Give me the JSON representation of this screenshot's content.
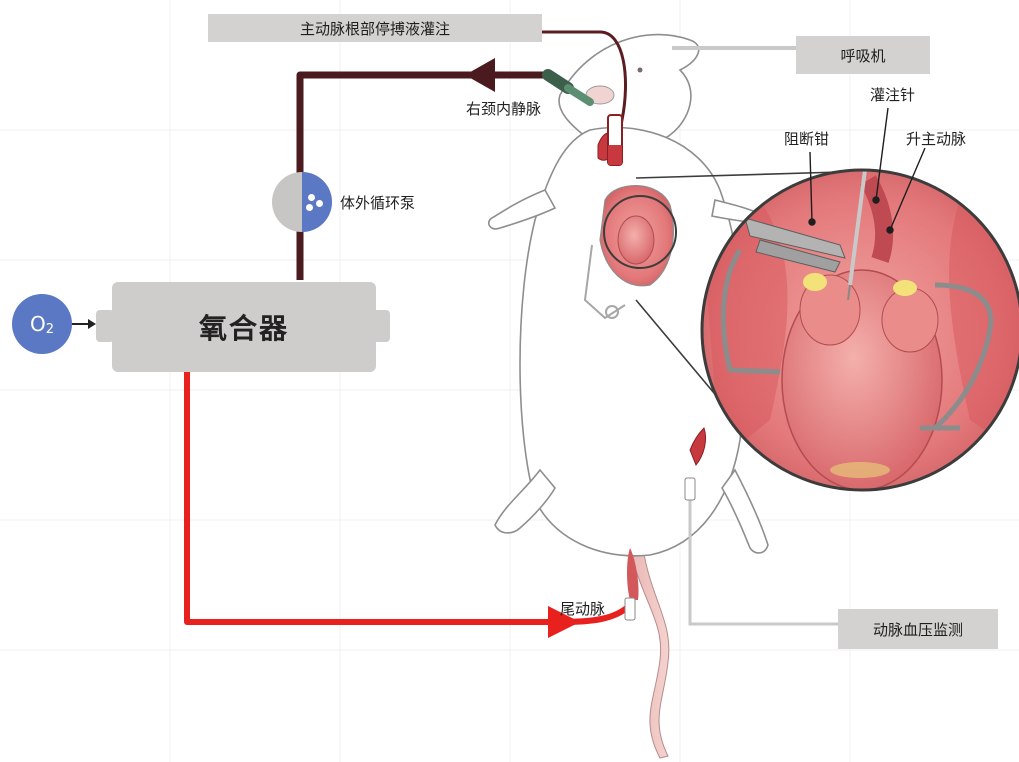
{
  "diagram": {
    "labels": {
      "aortic_root_perfusion": "主动脉根部停搏液灌注",
      "ventilator": "呼吸机",
      "right_jugular_vein": "右颈内静脉",
      "perfusion_needle": "灌注针",
      "clamp": "阻断钳",
      "ascending_aorta": "升主动脉",
      "ecc_pump": "体外循环泵",
      "oxygenator": "氧合器",
      "o2": "O",
      "o2_sub": "2",
      "tail_artery": "尾动脉",
      "arterial_bp_monitor": "动脉血压监测"
    },
    "colors": {
      "venous_line": "#4a1a1e",
      "arterial_line": "#e8201e",
      "label_box": "#d4d2d0",
      "oxygen": "#5b78c4",
      "tissue": "#e3787a"
    }
  }
}
